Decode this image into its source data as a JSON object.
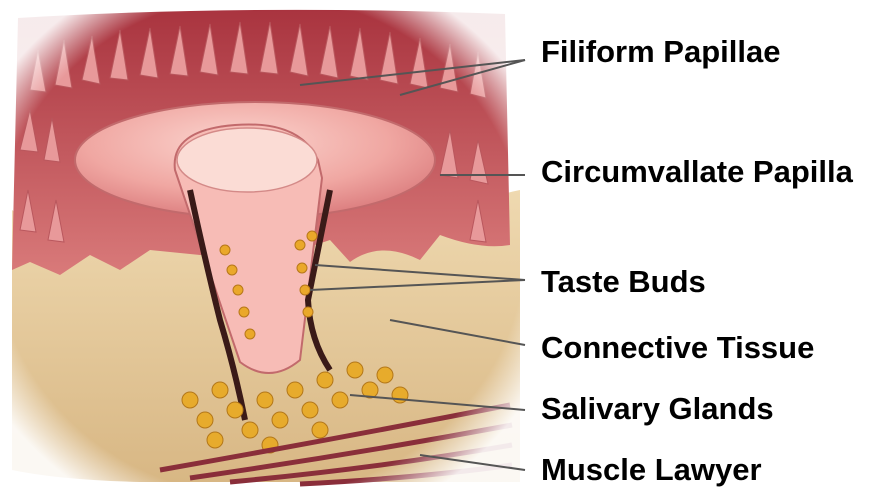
{
  "labels": {
    "filiform": "Filiform Papillae",
    "circumvallate": "Circumvallate Papilla",
    "taste_buds": "Taste Buds",
    "connective": "Connective Tissue",
    "salivary": "Salivary Glands",
    "muscle": "Muscle Lawyer"
  },
  "colors": {
    "surface": "#d97a7a",
    "papilla": "#f0a3a0",
    "connective_tissue": "#e8cfa0",
    "taste_bud": "#e8a82c",
    "muscle": "#8a2e3a",
    "leader_line": "#555555"
  }
}
